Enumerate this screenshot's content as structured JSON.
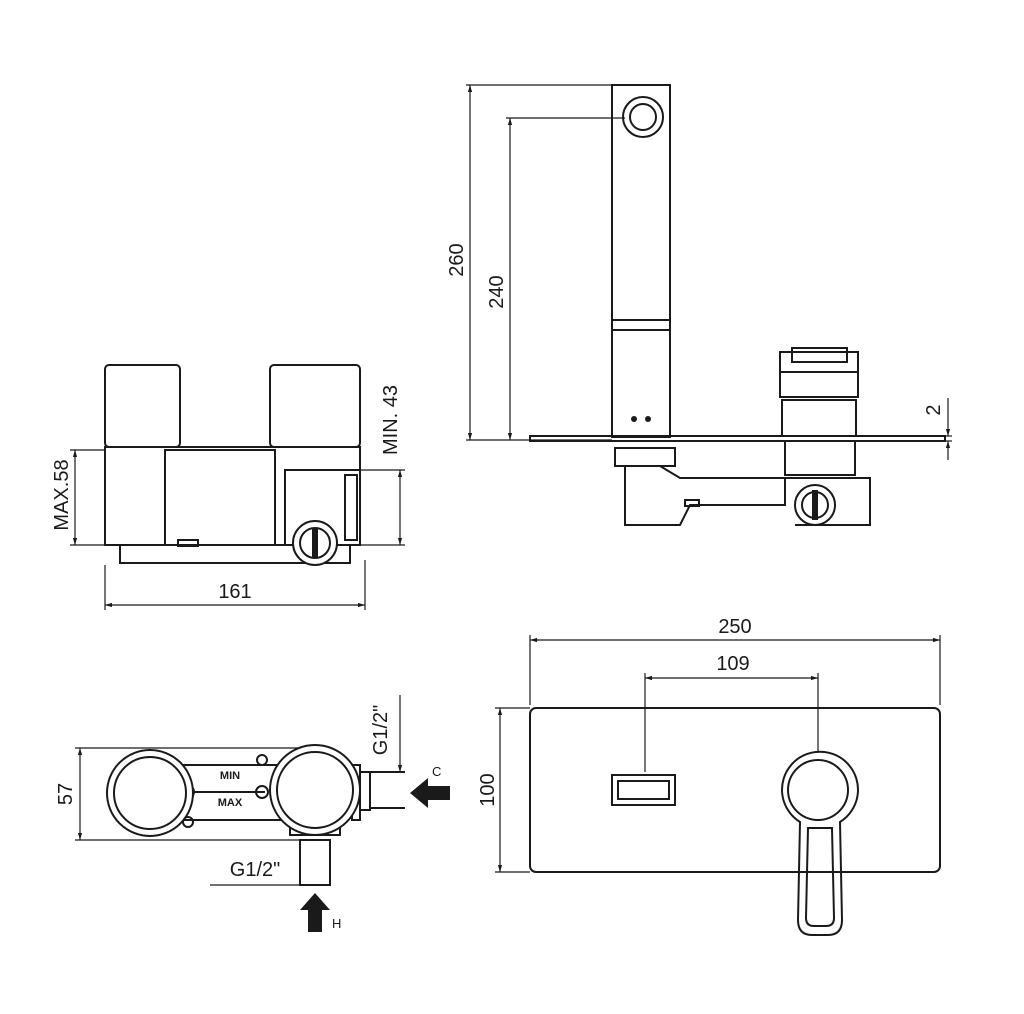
{
  "side_view": {
    "width": "161",
    "max_depth": "MAX.58",
    "min_depth": "MIN. 43"
  },
  "elevation_view": {
    "total_height": "260",
    "spout_height": "240",
    "plate_thickness": "2"
  },
  "top_view": {
    "depth": "57",
    "cold_inlet_size": "G1/2\"",
    "hot_inlet_size": "G1/2\"",
    "cold_label": "C",
    "hot_label": "H",
    "min_label": "MIN",
    "max_label": "MAX"
  },
  "front_view": {
    "plate_width": "250",
    "centre_distance": "109",
    "plate_height": "100"
  }
}
